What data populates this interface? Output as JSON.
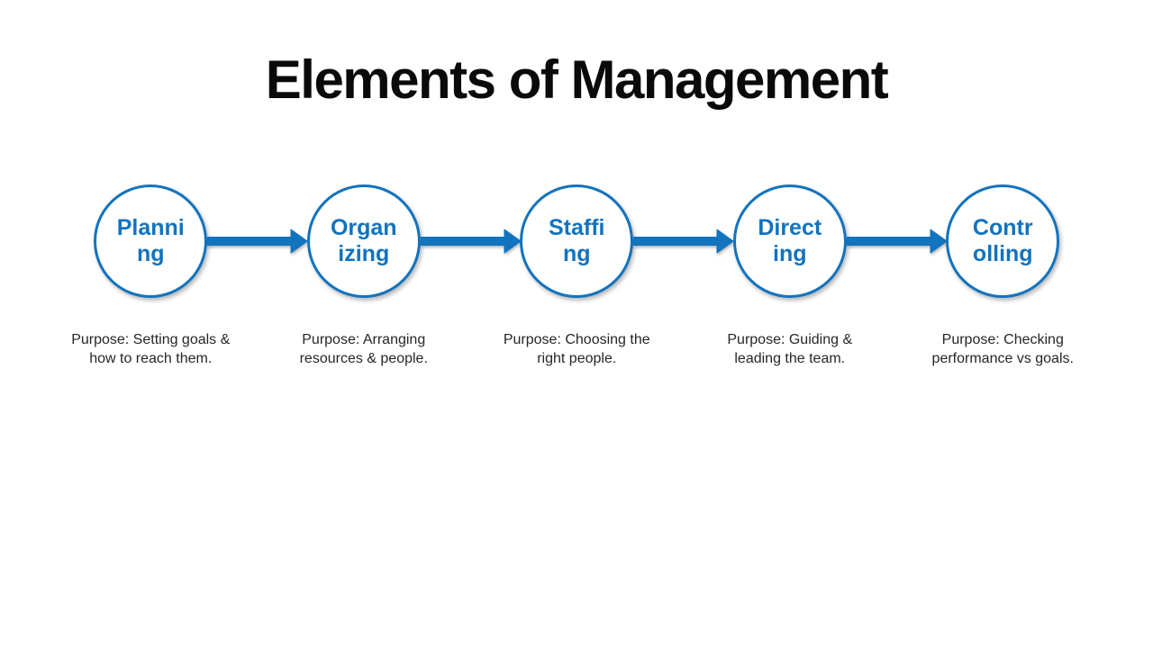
{
  "page": {
    "title": "Elements of Management"
  },
  "theme": {
    "accent_blue": "#1273be",
    "body_text_color": "#262626",
    "title_color": "#0a0a0a",
    "background": "#ffffff"
  },
  "diagram": {
    "type": "horizontal-process-flow",
    "connector_icon": "right-arrow",
    "stages": [
      {
        "name": "Planning",
        "label": "Planni\nng",
        "purpose": "Purpose: Setting goals &\nhow to reach them."
      },
      {
        "name": "Organizing",
        "label": "Organ\nizing",
        "purpose": "Purpose: Arranging\nresources & people."
      },
      {
        "name": "Staffing",
        "label": "Staffi\nng",
        "purpose": "Purpose: Choosing the\nright people."
      },
      {
        "name": "Directing",
        "label": "Direct\ning",
        "purpose": "Purpose: Guiding &\nleading the team."
      },
      {
        "name": "Controlling",
        "label": "Contr\nolling",
        "purpose": "Purpose: Checking\nperformance vs goals."
      }
    ]
  }
}
